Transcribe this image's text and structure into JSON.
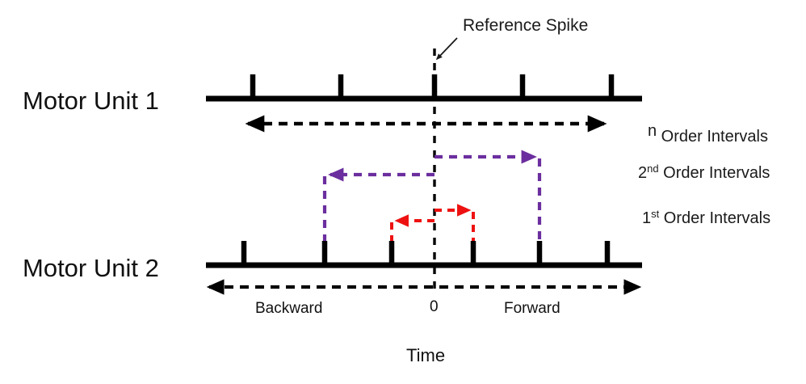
{
  "figure": {
    "title_callout": "Reference Spike",
    "time_axis_label": "Time",
    "zero_label": "0",
    "backward_label": "Backward",
    "forward_label": "Forward"
  },
  "rows": [
    {
      "id": "motor-unit-1",
      "label": "Motor Unit 1"
    },
    {
      "id": "motor-unit-2",
      "label": "Motor Unit 2"
    }
  ],
  "legend": [
    {
      "id": "n-order",
      "prefix": "n",
      "sup": "",
      "suffix": " Order Intervals",
      "color": "#000000"
    },
    {
      "id": "second-order",
      "prefix": "2",
      "sup": "nd",
      "suffix": " Order Intervals",
      "color": "#6B2E9E"
    },
    {
      "id": "first-order",
      "prefix": "1",
      "sup": "st",
      "suffix": " Order Intervals",
      "color": "#EE1111"
    }
  ],
  "colors": {
    "black": "#000000",
    "purple": "#6B2E9E",
    "red": "#EE1111",
    "background": "#FFFFFF"
  },
  "chart_data": {
    "type": "scatter",
    "title": "Motor unit spike trains with reference spike and interval orders",
    "xlabel": "Time",
    "ylabel": "",
    "grid": false,
    "legend_position": "right",
    "axis_zero_x": 538,
    "time_axis": {
      "x_start": 255,
      "x_end": 795,
      "y": 355,
      "direction": "both"
    },
    "series": [
      {
        "name": "Motor Unit 1",
        "baseline_y": 122,
        "baseline_x_start": 255,
        "baseline_x_end": 795,
        "spike_height": 30,
        "spikes_x": [
          313,
          422,
          538,
          647,
          757
        ],
        "reference_spike_x": 538
      },
      {
        "name": "Motor Unit 2",
        "baseline_y": 328,
        "baseline_x_start": 255,
        "baseline_x_end": 795,
        "spike_height": 30,
        "spikes_x": [
          302,
          402,
          485,
          586,
          668,
          752
        ]
      }
    ],
    "annotations": [
      {
        "name": "n Order Intervals",
        "color": "#000000",
        "type": "double-arrow",
        "y": 153,
        "x_start": 303,
        "x_end": 752
      },
      {
        "name": "2nd Order Interval Backward",
        "color": "#6B2E9E",
        "type": "bracket",
        "y": 216,
        "from_x": 538,
        "to_x": 402,
        "drop_to_y": 300
      },
      {
        "name": "2nd Order Interval Forward",
        "color": "#6B2E9E",
        "type": "bracket",
        "y": 194,
        "from_x": 538,
        "to_x": 668,
        "drop_to_y": 300
      },
      {
        "name": "1st Order Interval Backward",
        "color": "#EE1111",
        "type": "bracket",
        "y": 273,
        "from_x": 538,
        "to_x": 485,
        "drop_to_y": 300
      },
      {
        "name": "1st Order Interval Forward",
        "color": "#EE1111",
        "type": "bracket",
        "y": 260,
        "from_x": 538,
        "to_x": 586,
        "drop_to_y": 300
      }
    ]
  }
}
